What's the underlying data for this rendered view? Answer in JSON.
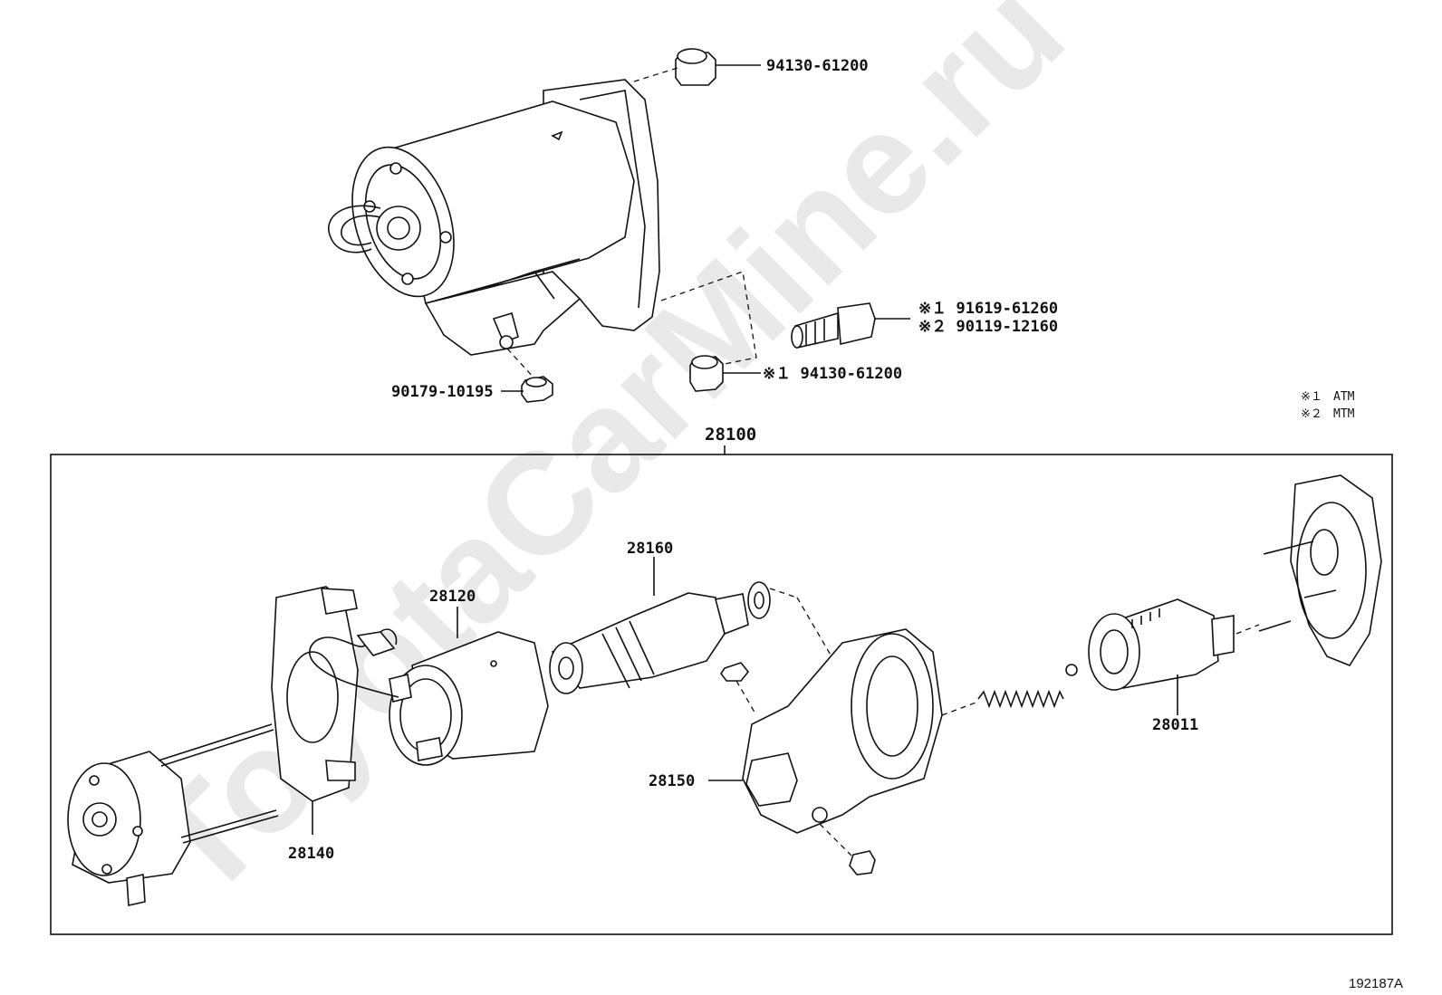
{
  "watermark": "ToyotaCarMine.ru",
  "assembly_label": "28100",
  "figure_id": "192187A",
  "legend": [
    {
      "mark": "※１",
      "text": "ATM"
    },
    {
      "mark": "※２",
      "text": "MTM"
    }
  ],
  "top_parts": {
    "cap_top": "94130-61200",
    "bolt_line1": "※１ 91619-61260",
    "bolt_line2": "※２ 90119-12160",
    "cap_lower": "※１ 94130-61200",
    "nut": "90179-10195"
  },
  "sub_parts": {
    "yoke": "28120",
    "armature": "28160",
    "brush_holder": "28140",
    "solenoid": "28150",
    "clutch": "28011"
  }
}
